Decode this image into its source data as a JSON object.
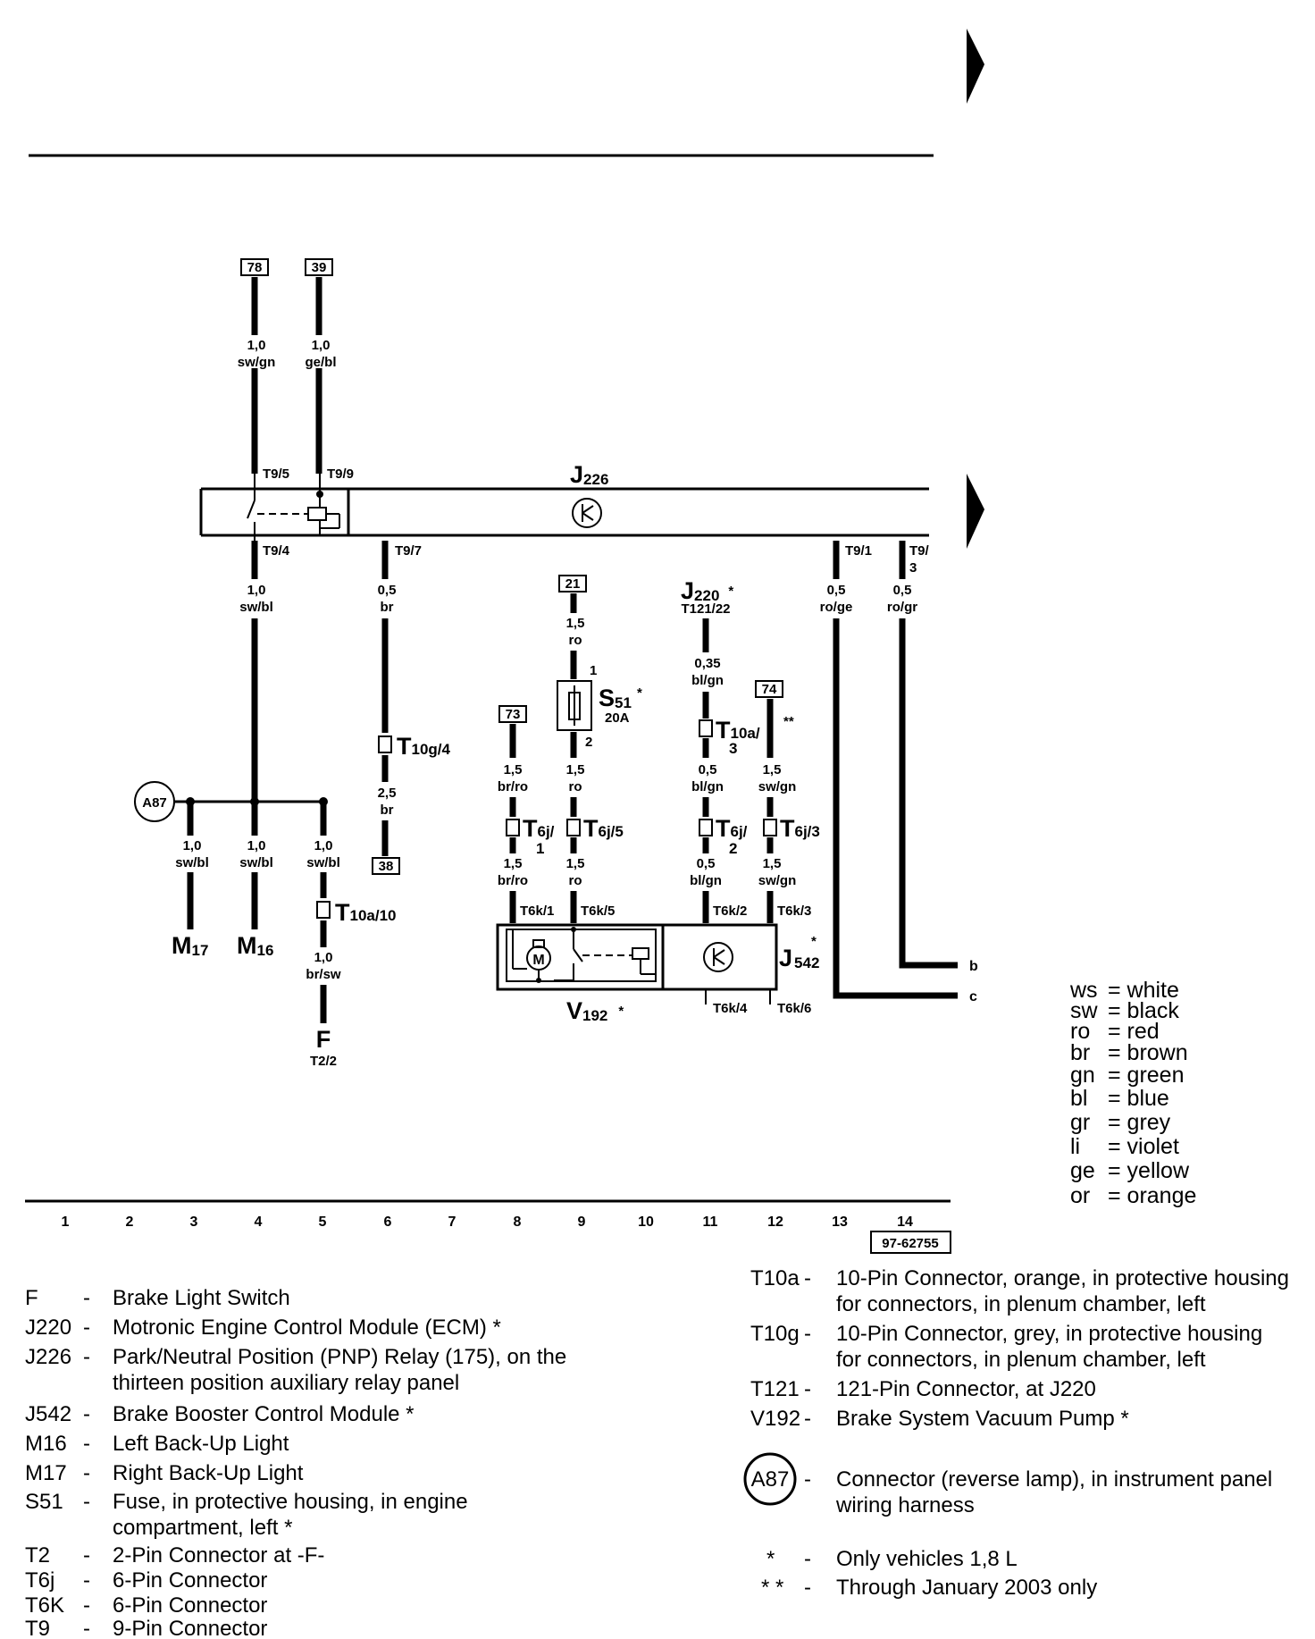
{
  "wires": {
    "w78": {
      "size": "1,0",
      "color": "sw/gn"
    },
    "w39": {
      "size": "1,0",
      "color": "ge/bl"
    },
    "w_t94": {
      "size": "1,0",
      "color": "sw/bl"
    },
    "w_t97": {
      "size": "0,5",
      "color": "br"
    },
    "w_38": {
      "size": "2,5",
      "color": "br"
    },
    "w_t91": {
      "size": "0,5",
      "color": "ro/ge"
    },
    "w_t93": {
      "size": "0,5",
      "color": "ro/gr"
    },
    "w_21": {
      "size": "1,5",
      "color": "ro"
    },
    "w_s51b": {
      "size": "1,5",
      "color": "ro"
    },
    "w_t6k5": {
      "size": "1,5",
      "color": "ro"
    },
    "w_j220": {
      "size": "0,35",
      "color": "bl/gn"
    },
    "w_t10a3": {
      "size": "0,5",
      "color": "bl/gn"
    },
    "w_t6k2": {
      "size": "0,5",
      "color": "bl/gn"
    },
    "w_73": {
      "size": "1,5",
      "color": "br/ro"
    },
    "w_t6k1": {
      "size": "1,5",
      "color": "br/ro"
    },
    "w_74": {
      "size": "1,5",
      "color": "sw/gn"
    },
    "w_t6k3": {
      "size": "1,5",
      "color": "sw/gn"
    },
    "w_m17": {
      "size": "1,0",
      "color": "sw/bl"
    },
    "w_m16": {
      "size": "1,0",
      "color": "sw/bl"
    },
    "w_t10a10": {
      "size": "1,0",
      "color": "sw/bl"
    },
    "w_f": {
      "size": "1,0",
      "color": "br/sw"
    }
  },
  "refs": {
    "r78": "78",
    "r39": "39",
    "r38": "38",
    "r21": "21",
    "r73": "73",
    "r74": "74",
    "doc": "97-62755"
  },
  "pins": {
    "t95": "T9/5",
    "t99": "T9/9",
    "t94": "T9/4",
    "t97": "T9/7",
    "t91": "T9/1",
    "t93a": "T9/",
    "t93b": "3",
    "t6k1": "T6k/1",
    "t6k5": "T6k/5",
    "t6k2": "T6k/2",
    "t6k3": "T6k/3",
    "t6k4": "T6k/4",
    "t6k6": "T6k/6",
    "t121": "T121/22",
    "s51p1": "1",
    "s51p2": "2",
    "s51a": "20A"
  },
  "conns": {
    "t10g": {
      "main": "T",
      "sub": "10g/4"
    },
    "t10a3": {
      "main": "T",
      "sub": "10a/",
      "sub2": "3"
    },
    "t6j1": {
      "main": "T",
      "sub": "6j/",
      "sub2": "1"
    },
    "t6j5": {
      "main": "T",
      "sub": "6j/5"
    },
    "t6j2": {
      "main": "T",
      "sub": "6j/",
      "sub2": "2"
    },
    "t6j3": {
      "main": "T",
      "sub": "6j/3"
    },
    "t10a10": {
      "main": "T",
      "sub": "10a/10"
    }
  },
  "comps": {
    "j226": {
      "main": "J",
      "sub": "226"
    },
    "j220": {
      "main": "J",
      "sub": "220",
      "star": "*"
    },
    "s51": {
      "main": "S",
      "sub": "51",
      "star": "*"
    },
    "j542": {
      "main": "J",
      "sub": "542",
      "star": "*"
    },
    "v192": {
      "main": "V",
      "sub": "192",
      "star": "*"
    },
    "m17": {
      "main": "M",
      "sub": "17"
    },
    "m16": {
      "main": "M",
      "sub": "16"
    },
    "f": {
      "main": "F",
      "pin": "T2/2"
    },
    "a87": "A87",
    "motor": "M",
    "dstar": "**",
    "end_b": "b",
    "end_c": "c"
  },
  "grid": [
    "1",
    "2",
    "3",
    "4",
    "5",
    "6",
    "7",
    "8",
    "9",
    "10",
    "11",
    "12",
    "13",
    "14"
  ],
  "color_key": [
    {
      "code": "ws",
      "name": "white"
    },
    {
      "code": "sw",
      "name": "black"
    },
    {
      "code": "ro",
      "name": "red"
    },
    {
      "code": "br",
      "name": "brown"
    },
    {
      "code": "gn",
      "name": "green"
    },
    {
      "code": "bl",
      "name": "blue"
    },
    {
      "code": "gr",
      "name": "grey"
    },
    {
      "code": "li",
      "name": "violet"
    },
    {
      "code": "ge",
      "name": "yellow"
    },
    {
      "code": "or",
      "name": "orange"
    }
  ],
  "legend_left": [
    {
      "code": "F",
      "lines": [
        "Brake Light Switch"
      ]
    },
    {
      "code": "J220",
      "lines": [
        "Motronic Engine Control Module (ECM) *"
      ]
    },
    {
      "code": "J226",
      "lines": [
        "Park/Neutral Position (PNP) Relay (175), on the",
        "thirteen position auxiliary relay panel"
      ]
    },
    {
      "code": "J542",
      "lines": [
        "Brake Booster Control Module *"
      ]
    },
    {
      "code": "M16",
      "lines": [
        "Left Back-Up Light"
      ]
    },
    {
      "code": "M17",
      "lines": [
        "Right Back-Up Light"
      ]
    },
    {
      "code": "S51",
      "lines": [
        "Fuse, in protective housing, in engine",
        "compartment, left *"
      ]
    },
    {
      "code": "T2",
      "lines": [
        "2-Pin Connector at -F-"
      ]
    },
    {
      "code": "T6j",
      "lines": [
        "6-Pin Connector"
      ]
    },
    {
      "code": "T6K",
      "lines": [
        "6-Pin Connector"
      ]
    },
    {
      "code": "T9",
      "lines": [
        "9-Pin Connector"
      ]
    }
  ],
  "legend_right": [
    {
      "code": "T10a",
      "lines": [
        "10-Pin Connector, orange, in protective housing",
        "for connectors, in plenum chamber, left"
      ]
    },
    {
      "code": "T10g",
      "lines": [
        "10-Pin Connector, grey, in protective housing",
        "for connectors, in plenum chamber, left"
      ]
    },
    {
      "code": "T121",
      "lines": [
        "121-Pin Connector, at J220"
      ]
    },
    {
      "code": "V192",
      "lines": [
        "Brake System Vacuum Pump *"
      ]
    }
  ],
  "legend_a87": {
    "code": "A87",
    "lines": [
      "Connector (reverse lamp), in instrument panel",
      "wiring harness"
    ]
  },
  "notes": [
    {
      "mark": "*",
      "text": "Only vehicles 1,8 L"
    },
    {
      "mark": "* *",
      "text": "Through January 2003 only"
    }
  ],
  "dash": "-"
}
